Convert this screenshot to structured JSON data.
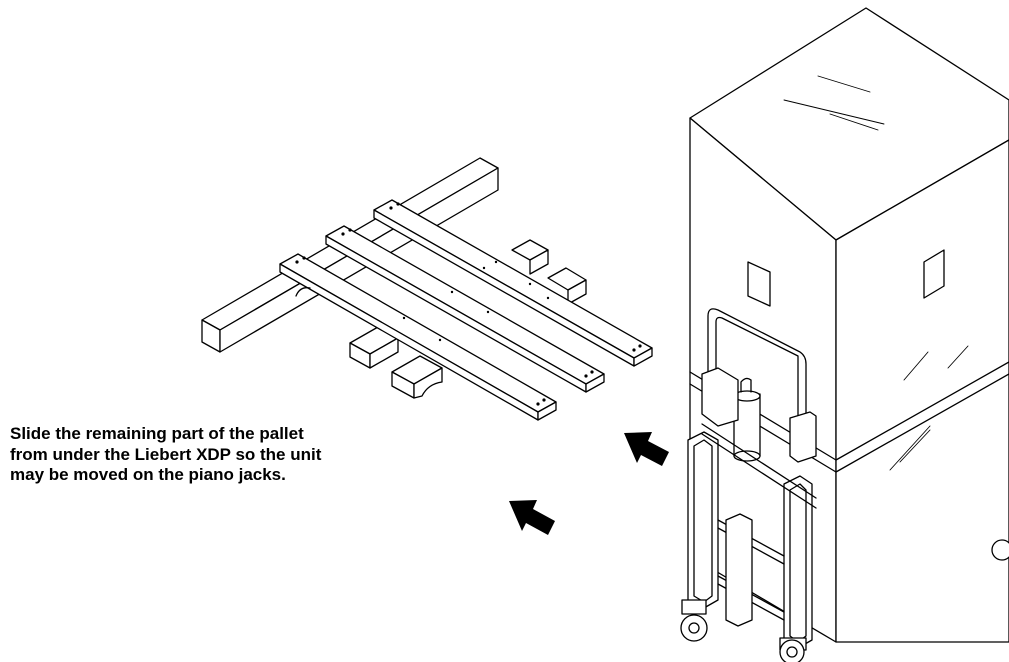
{
  "instruction": {
    "lines": [
      "Slide the remaining part of the pallet",
      "from under the Liebert XDP so the unit",
      "may be moved on the piano jacks."
    ]
  },
  "illustration": {
    "objects": [
      "pallet",
      "liebert-xdp-unit",
      "piano-jack"
    ],
    "arrows": [
      {
        "name": "slide-arrow-upper",
        "direction": "up-left"
      },
      {
        "name": "slide-arrow-lower",
        "direction": "up-left"
      }
    ],
    "colors": {
      "line": "#000000",
      "background": "#ffffff"
    }
  }
}
